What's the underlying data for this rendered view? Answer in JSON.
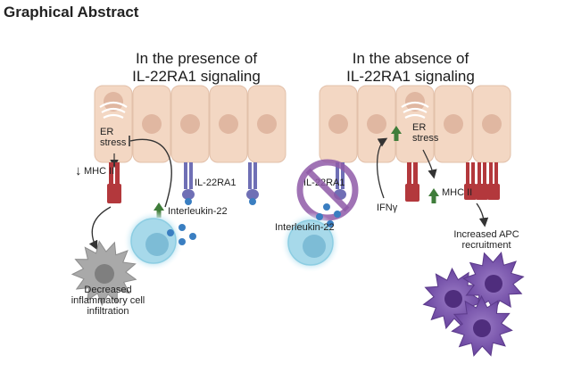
{
  "heading": "Graphical Abstract",
  "left_panel": {
    "title_line1": "In the presence of",
    "title_line2": "IL-22RA1 signaling",
    "er_stress": "ER\nstress",
    "mhc_label": "MHC II",
    "receptor_label": "IL-22RA1",
    "cytokine_label": "Interleukin-22",
    "outcome_label": "Decreased\ninflammatory cell\ninfiltration"
  },
  "right_panel": {
    "title_line1": "In the absence of",
    "title_line2": "IL-22RA1 signaling",
    "er_stress": "ER\nstress",
    "receptor_label": "IL-22RA1",
    "cytokine_label": "Interleukin-22",
    "ifn_label": "IFNγ",
    "mhc_label": "MHC II",
    "outcome_label": "Increased APC\nrecruitment"
  },
  "colors": {
    "epithelial_cell": "#f3d7c3",
    "nucleus": "#e0b7a1",
    "mhc_receptor": "#b3383c",
    "il22_receptor": "#6f6fb5",
    "up_arrow": "#3f7d3a",
    "prohibition": "#8f5aa8",
    "immune_cell": "#a7d9ea",
    "cytokine_dot": "#3a7ec1",
    "inflammatory_cell": "#a9a9a9",
    "apc_cell": "#7a55a8"
  }
}
